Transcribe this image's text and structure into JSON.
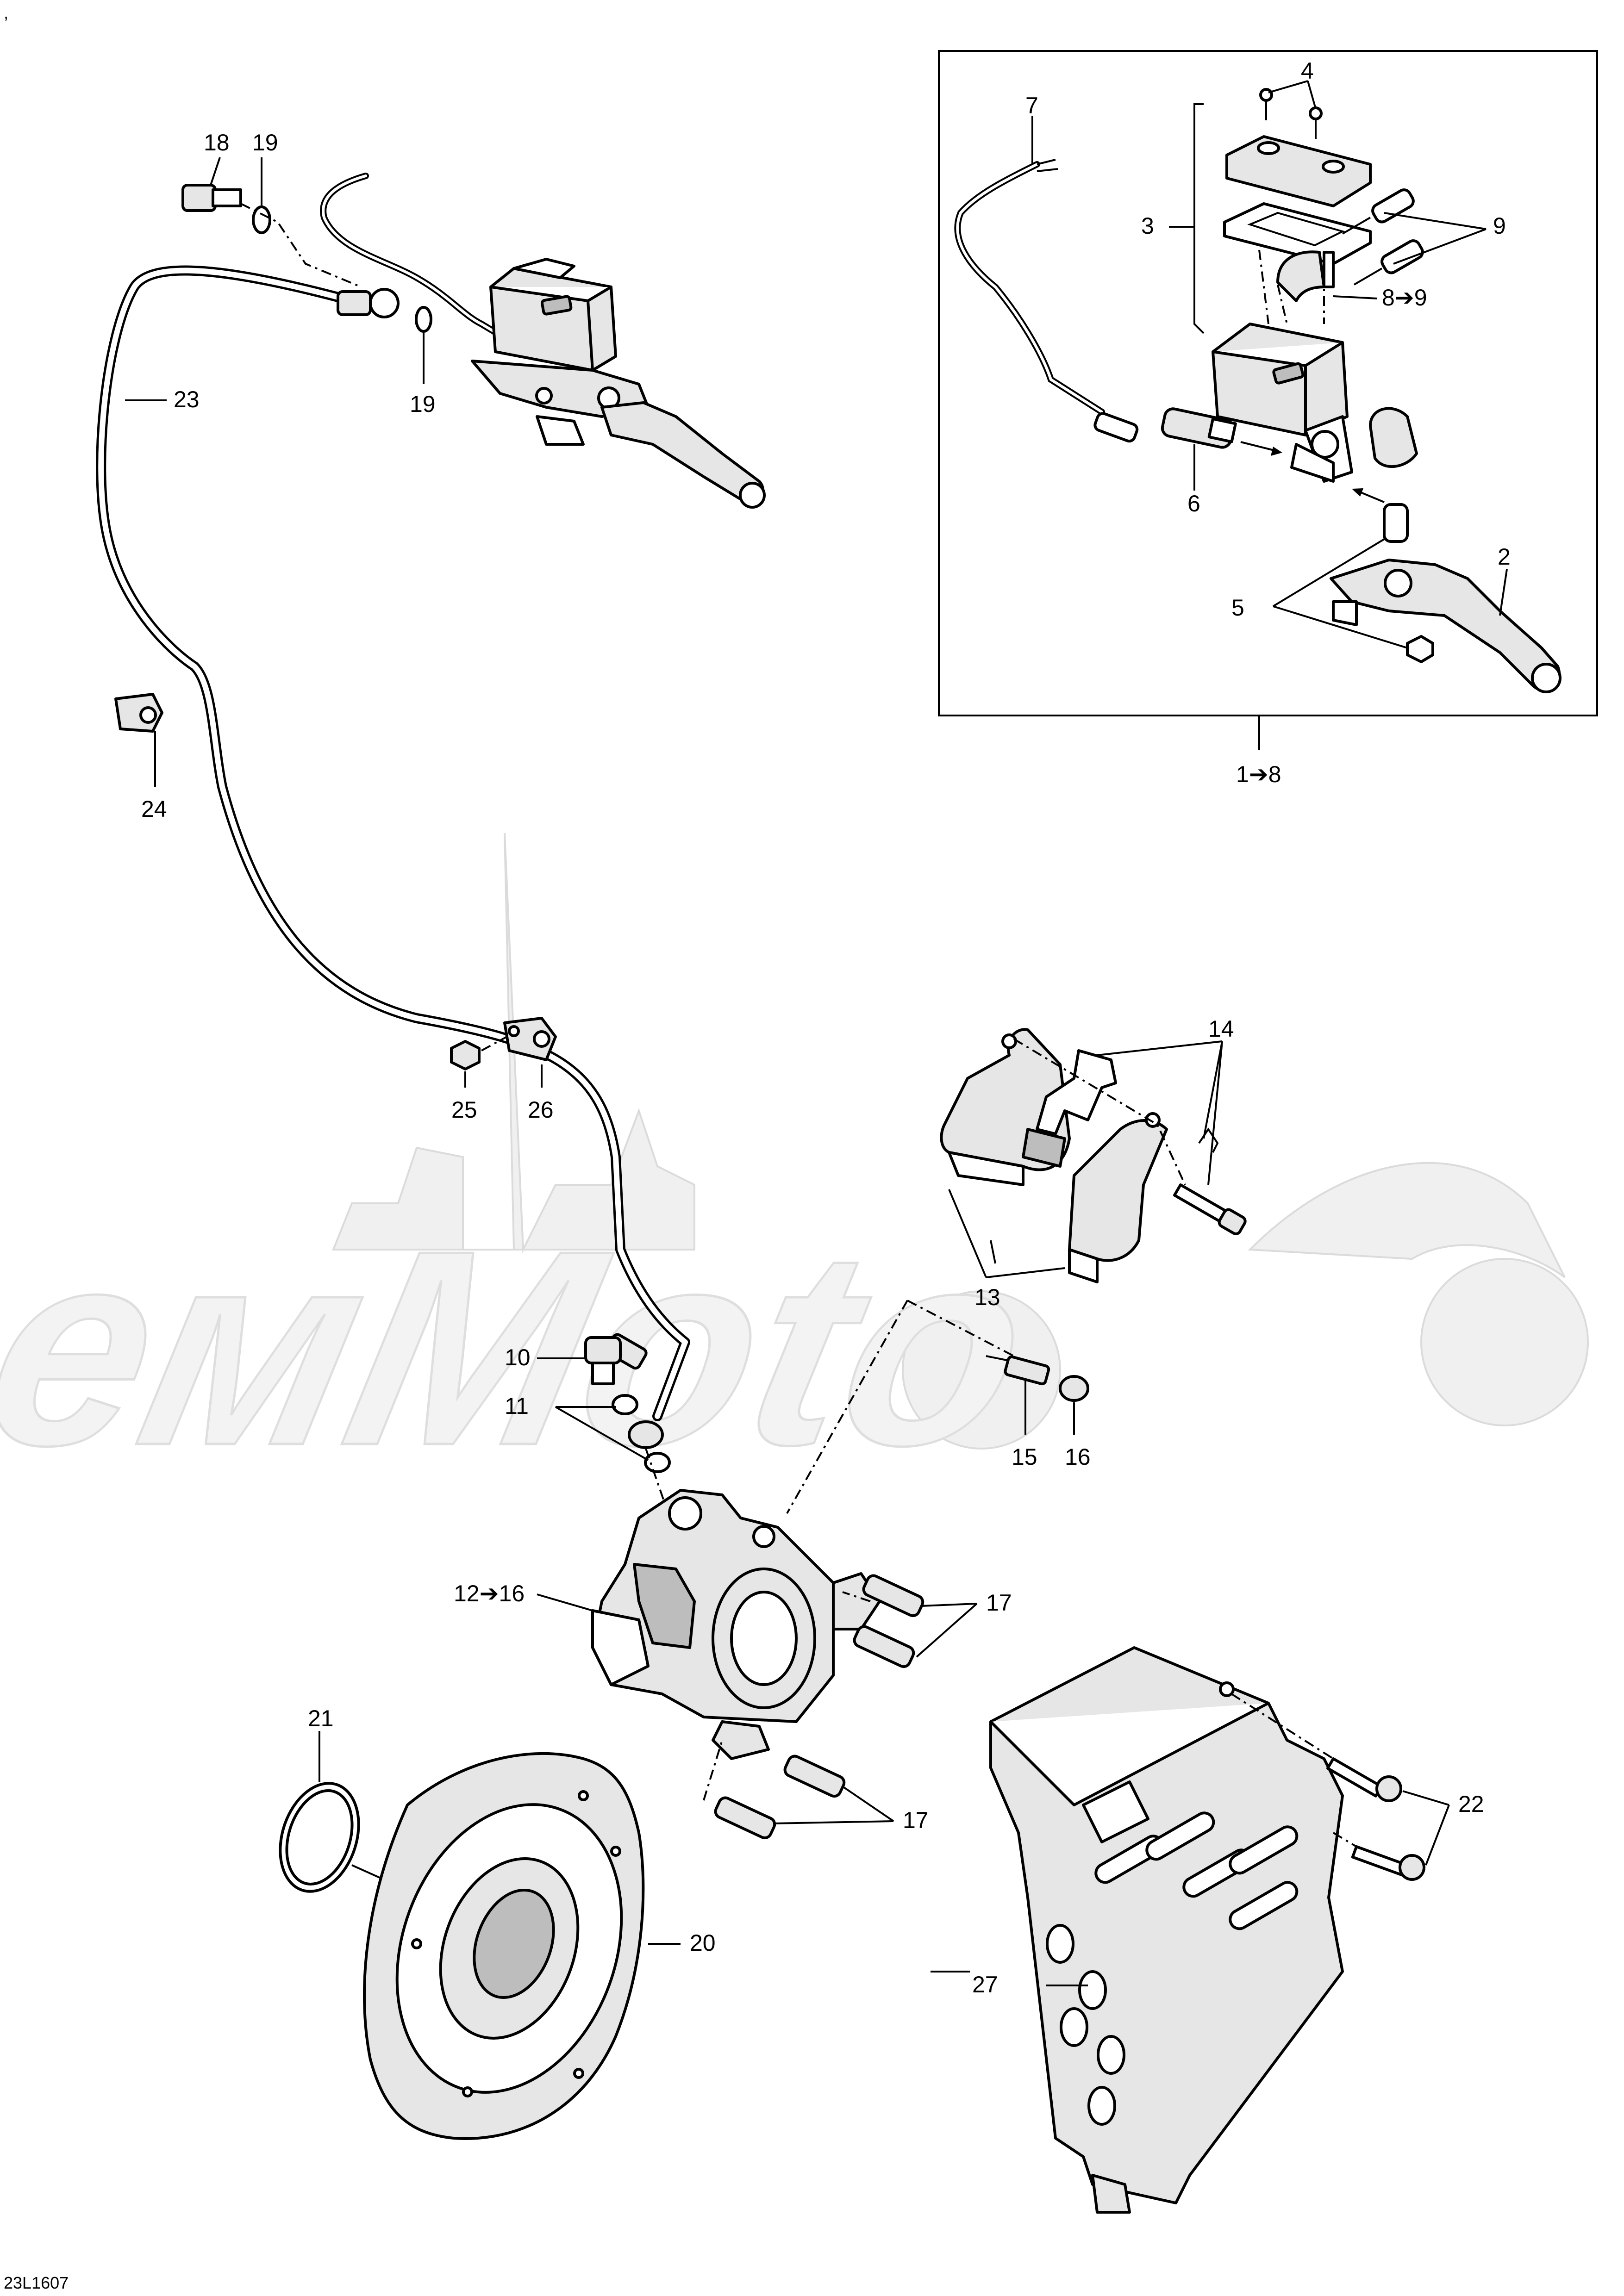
{
  "watermark": {
    "text": "AeмMoto"
  },
  "corner_mark": ",",
  "drawing_code": "23L1607",
  "callouts": {
    "c1_8": "1➔8",
    "c2": "2",
    "c3": "3",
    "c4": "4",
    "c5": "5",
    "c6": "6",
    "c7": "7",
    "c8_9": "8➔9",
    "c9": "9",
    "c10": "10",
    "c11": "11",
    "c12_16": "12➔16",
    "c13": "13",
    "c14": "14",
    "c15": "15",
    "c16": "16",
    "c17a": "17",
    "c17b": "17",
    "c18": "18",
    "c19a": "19",
    "c19b": "19",
    "c20": "20",
    "c21": "21",
    "c22": "22",
    "c23": "23",
    "c24": "24",
    "c25": "25",
    "c26": "26",
    "c27": "27"
  }
}
